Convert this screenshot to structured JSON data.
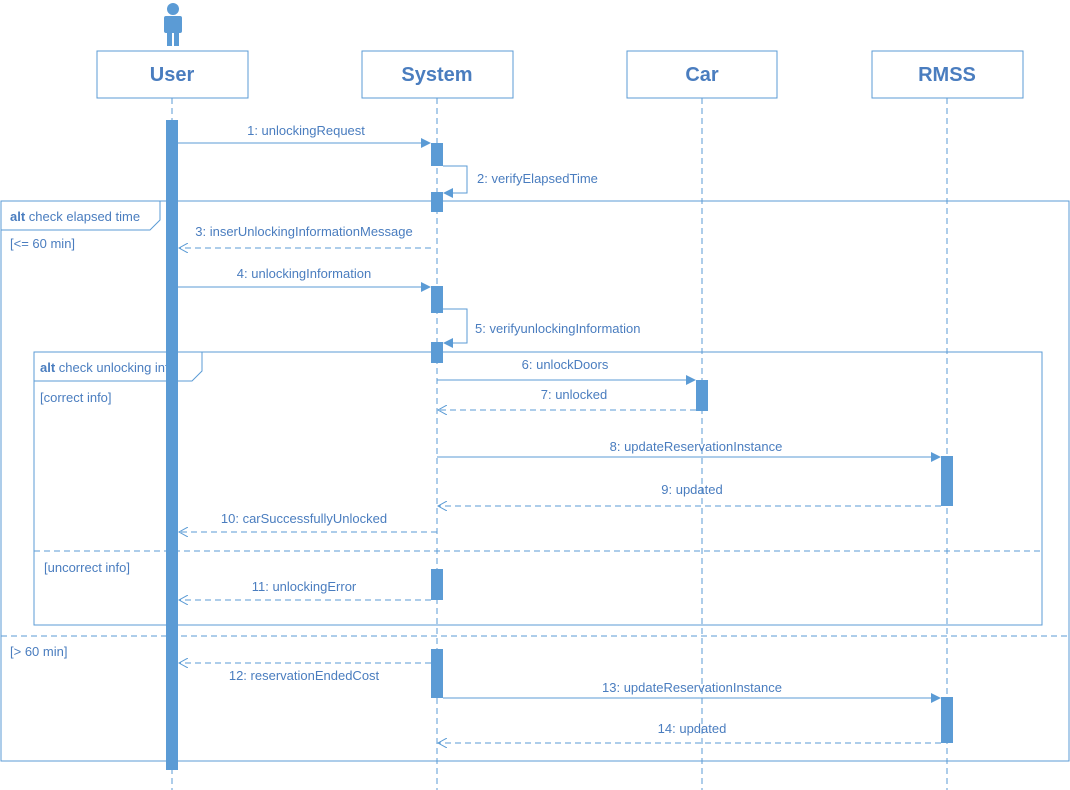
{
  "colors": {
    "line": "#5b9bd5",
    "text": "#4a7dbf",
    "bar": "#5b9bd5"
  },
  "actor_icon": "stick-figure-icon",
  "lifelines": [
    {
      "id": "user",
      "label": "User"
    },
    {
      "id": "system",
      "label": "System"
    },
    {
      "id": "car",
      "label": "Car"
    },
    {
      "id": "rmss",
      "label": "RMSS"
    }
  ],
  "messages": [
    {
      "label": "1: unlockingRequest",
      "from": "user",
      "to": "system",
      "kind": "sync"
    },
    {
      "label": "2: verifyElapsedTime",
      "from": "system",
      "to": "system",
      "kind": "self"
    },
    {
      "label": "3: inserUnlockingInformationMessage",
      "from": "system",
      "to": "user",
      "kind": "return"
    },
    {
      "label": "4: unlockingInformation",
      "from": "user",
      "to": "system",
      "kind": "sync"
    },
    {
      "label": "5: verifyunlockingInformation",
      "from": "system",
      "to": "system",
      "kind": "self"
    },
    {
      "label": "6: unlockDoors",
      "from": "system",
      "to": "car",
      "kind": "sync"
    },
    {
      "label": "7: unlocked",
      "from": "car",
      "to": "system",
      "kind": "return"
    },
    {
      "label": "8: updateReservationInstance",
      "from": "system",
      "to": "rmss",
      "kind": "sync"
    },
    {
      "label": "9: updated",
      "from": "rmss",
      "to": "system",
      "kind": "return"
    },
    {
      "label": "10: carSuccessfullyUnlocked",
      "from": "system",
      "to": "user",
      "kind": "return"
    },
    {
      "label": "11: unlockingError",
      "from": "system",
      "to": "user",
      "kind": "return"
    },
    {
      "label": "12: reservationEndedCost",
      "from": "system",
      "to": "user",
      "kind": "return"
    },
    {
      "label": "13: updateReservationInstance",
      "from": "system",
      "to": "rmss",
      "kind": "sync"
    },
    {
      "label": "14: updated",
      "from": "rmss",
      "to": "system",
      "kind": "return"
    }
  ],
  "fragments": [
    {
      "keyword": "alt",
      "name": "check elapsed time",
      "guards": [
        "[<= 60 min]",
        "[> 60 min]"
      ]
    },
    {
      "keyword": "alt",
      "name": "check unlocking info",
      "guards": [
        "[correct info]",
        "[uncorrect info]"
      ]
    }
  ]
}
